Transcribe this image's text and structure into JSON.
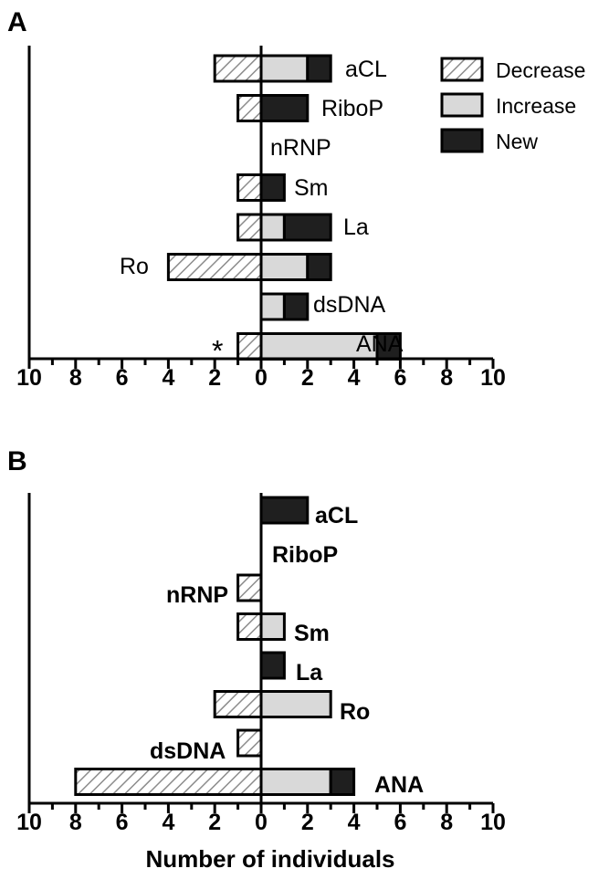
{
  "chart_data": [
    {
      "panel_label": "A",
      "type": "bar",
      "orientation": "horizontal-diverging",
      "categories": [
        "aCL",
        "RiboP",
        "nRNP",
        "Sm",
        "La",
        "Ro",
        "dsDNA",
        "ANA"
      ],
      "series": [
        {
          "name": "Decrease",
          "side": "left",
          "values": [
            2,
            1,
            0,
            1,
            1,
            4,
            0,
            1
          ]
        },
        {
          "name": "Increase",
          "side": "right",
          "values": [
            2,
            0,
            0,
            0,
            1,
            2,
            1,
            5
          ]
        },
        {
          "name": "New",
          "side": "right",
          "values": [
            1,
            2,
            0,
            1,
            2,
            1,
            1,
            1
          ]
        }
      ],
      "xlim": [
        -10,
        10
      ],
      "xticks": [
        "10",
        "8",
        "6",
        "4",
        "2",
        "0",
        "2",
        "4",
        "6",
        "8",
        "10"
      ],
      "label_weight": "normal",
      "legend_position": "top-right",
      "annotation": {
        "text": "*",
        "category": "ANA"
      }
    },
    {
      "panel_label": "B",
      "type": "bar",
      "orientation": "horizontal-diverging",
      "categories": [
        "aCL",
        "RiboP",
        "nRNP",
        "Sm",
        "La",
        "Ro",
        "dsDNA",
        "ANA"
      ],
      "series": [
        {
          "name": "Decrease",
          "side": "left",
          "values": [
            0,
            0,
            1,
            1,
            0,
            2,
            1,
            8
          ]
        },
        {
          "name": "Increase",
          "side": "right",
          "values": [
            0,
            0,
            0,
            1,
            0,
            3,
            0,
            3
          ]
        },
        {
          "name": "New",
          "side": "right",
          "values": [
            2,
            0,
            0,
            0,
            1,
            0,
            0,
            1
          ]
        }
      ],
      "xlim": [
        -10,
        10
      ],
      "xticks": [
        "10",
        "8",
        "6",
        "4",
        "2",
        "0",
        "2",
        "4",
        "6",
        "8",
        "10"
      ],
      "label_weight": "bold",
      "xlabel": "Number of individuals"
    }
  ],
  "colors": {
    "decrease_fill": "#ffffff",
    "decrease_hatch": "#8c8c8c",
    "increase_fill": "#d9d9d9",
    "new_fill": "#1f1f1f",
    "stroke": "#000000"
  }
}
